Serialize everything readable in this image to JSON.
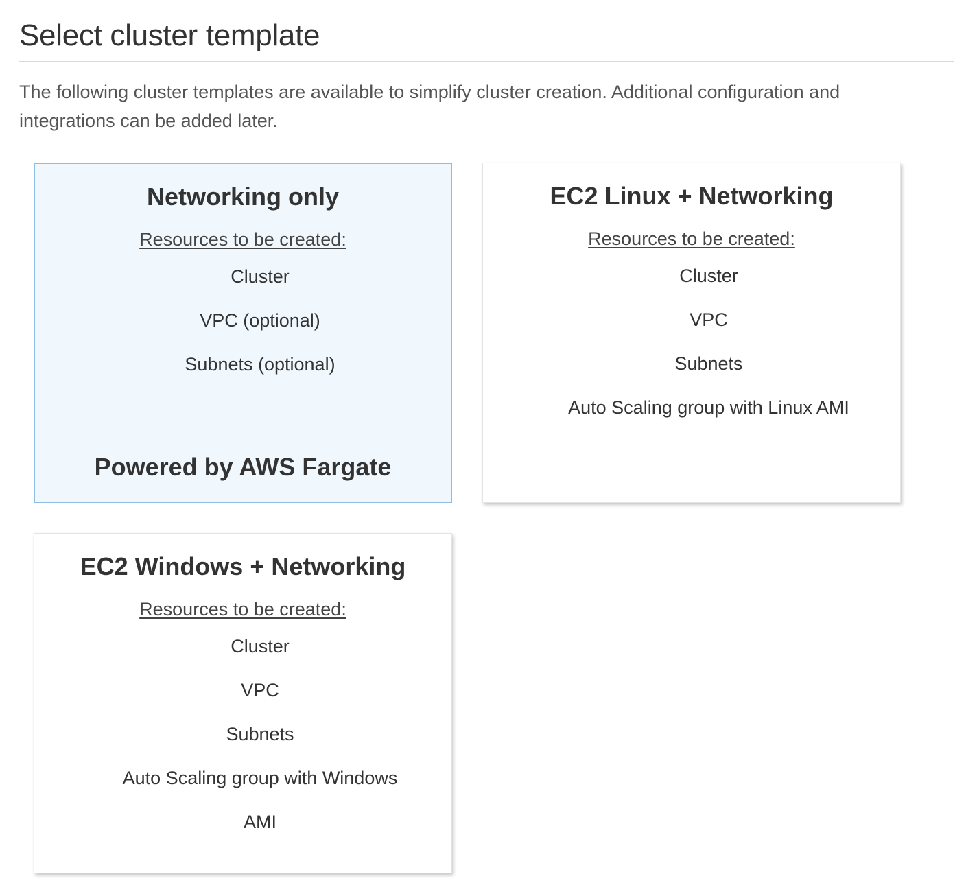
{
  "page": {
    "title": "Select cluster template",
    "intro": "The following cluster templates are available to simplify cluster creation. Additional configuration and integrations can be added later."
  },
  "templates": [
    {
      "title": "Networking only",
      "resources_label": "Resources to be created:",
      "resources": [
        "Cluster",
        "VPC (optional)",
        "Subnets (optional)"
      ],
      "footer": "Powered by AWS Fargate",
      "selected": true
    },
    {
      "title": "EC2 Linux + Networking",
      "resources_label": "Resources to be created:",
      "resources": [
        "Cluster",
        "VPC",
        "Subnets",
        "Auto Scaling group with Linux AMI"
      ],
      "selected": false
    },
    {
      "title": "EC2 Windows + Networking",
      "resources_label": "Resources to be created:",
      "resources": [
        "Cluster",
        "VPC",
        "Subnets",
        "Auto Scaling group with Windows",
        "AMI"
      ],
      "selected": false
    }
  ],
  "colors": {
    "selected_background": "#f0f8fe",
    "selected_border": "#8fbde3",
    "text": "#333333"
  }
}
